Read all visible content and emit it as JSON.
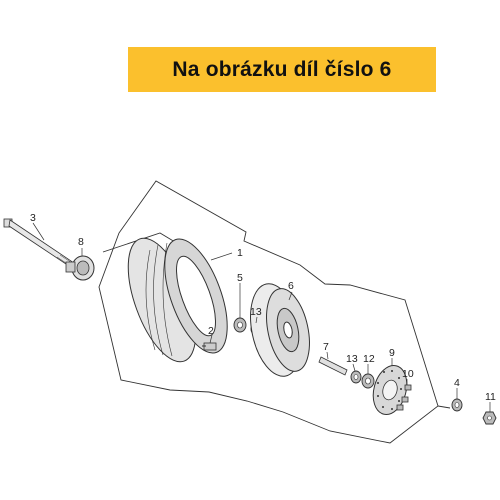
{
  "banner": {
    "text": "Na obrázku díl číslo 6"
  },
  "callouts": {
    "tire": "1",
    "valve": "2",
    "axle": "3",
    "axle_nut": "4",
    "collar": "5",
    "rim": "6",
    "spacer": "7",
    "speedo_gear": "8",
    "brake_disc": "9",
    "disc_bolt": "10",
    "nut_11": "11",
    "bearing_12": "12",
    "bearing_13a": "13",
    "bearing_13b": "13"
  },
  "colors": {
    "banner_bg": "#fbc02d",
    "line": "#333333",
    "part_fill": "#e6e6e6"
  }
}
